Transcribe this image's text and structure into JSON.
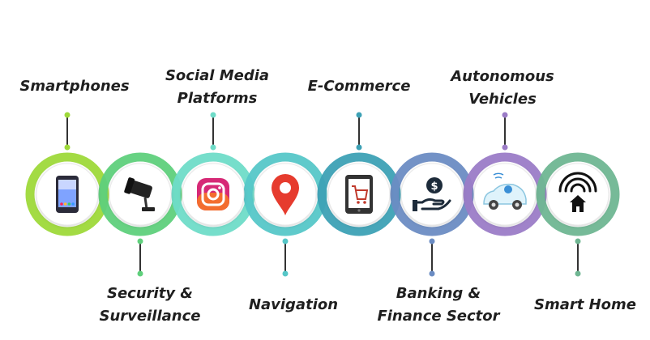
{
  "applications": [
    {
      "lines": [
        "Smartphones"
      ],
      "icon": "smartphone-icon",
      "color": "#9ed93a",
      "label_pos": "top"
    },
    {
      "lines": [
        "Security &",
        "Surveillance"
      ],
      "icon": "cctv-camera-icon",
      "color": "#5fd07c",
      "label_pos": "bottom"
    },
    {
      "lines": [
        "Social Media",
        "Platforms"
      ],
      "icon": "instagram-icon",
      "color": "#6fdcc8",
      "label_pos": "top"
    },
    {
      "lines": [
        "Navigation"
      ],
      "icon": "location-pin-icon",
      "color": "#56c7c8",
      "label_pos": "bottom"
    },
    {
      "lines": [
        "E-Commerce"
      ],
      "icon": "shopping-tablet-icon",
      "color": "#3da1b5",
      "label_pos": "top"
    },
    {
      "lines": [
        "Banking &",
        "Finance Sector"
      ],
      "icon": "money-hand-icon",
      "color": "#6b8cc3",
      "label_pos": "bottom"
    },
    {
      "lines": [
        "Autonomous",
        "Vehicles"
      ],
      "icon": "self-driving-car-icon",
      "color": "#9b7cc7",
      "label_pos": "top"
    },
    {
      "lines": [
        "Smart Home"
      ],
      "icon": "smart-home-icon",
      "color": "#6fb692",
      "label_pos": "bottom"
    }
  ]
}
